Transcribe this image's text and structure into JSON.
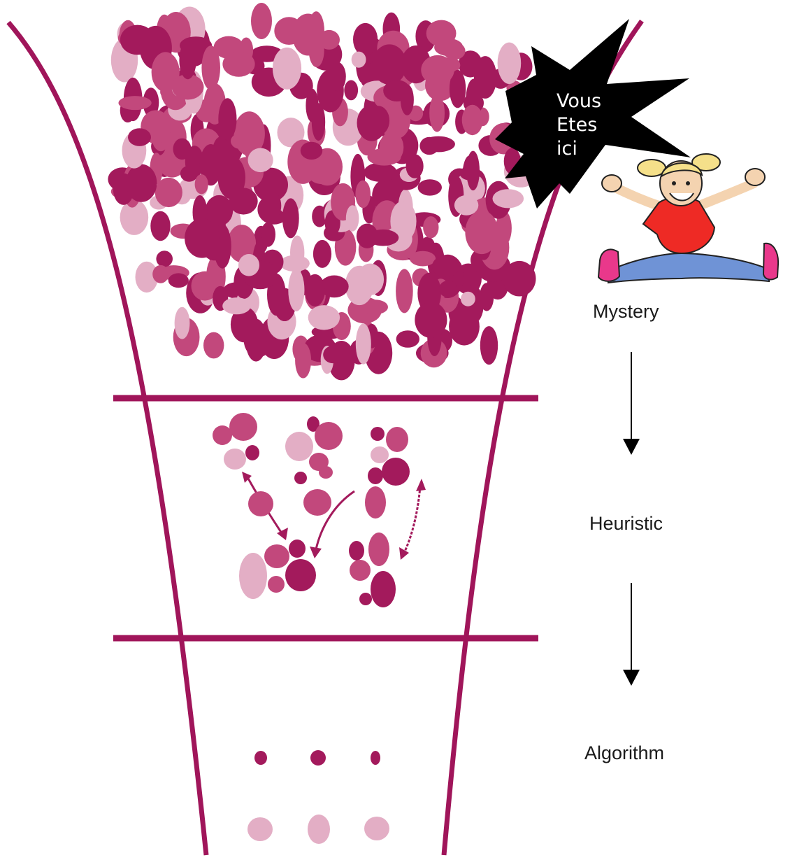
{
  "diagram": {
    "stages": [
      {
        "label": "Mystery"
      },
      {
        "label": "Heuristic"
      },
      {
        "label": "Algorithm"
      }
    ],
    "callout": {
      "lines": [
        "Vous",
        "Etes",
        "ici"
      ]
    },
    "colors": {
      "funnel": "#a0155a",
      "blob_dark": "#a31a5c",
      "blob_mid": "#c2487c",
      "blob_light": "#e3aec5",
      "arrow": "#000000",
      "burst": "#000000",
      "shirt": "#ee2a25",
      "pants": "#6f93d6",
      "shoes": "#e9388b"
    },
    "icons": {
      "flow_arrow": "down-arrow-icon",
      "character": "jumping-girl-icon",
      "callout": "starburst-icon"
    }
  }
}
